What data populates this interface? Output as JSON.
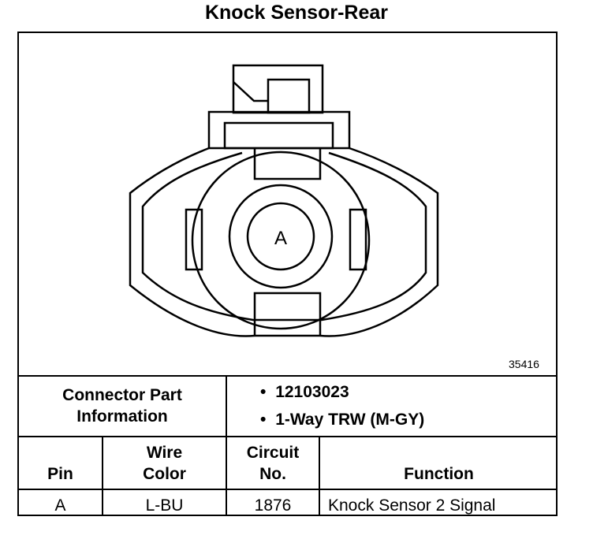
{
  "title": "Knock Sensor-Rear",
  "figure_number": "35416",
  "pin_label": "A",
  "connector_info": {
    "label_line1": "Connector Part",
    "label_line2": "Information",
    "items": [
      "12103023",
      "1-Way TRW (M-GY)"
    ],
    "bullet": "•"
  },
  "table": {
    "headers": {
      "pin": "Pin",
      "wire_line1": "Wire",
      "wire_line2": "Color",
      "circuit_line1": "Circuit",
      "circuit_line2": "No.",
      "function": "Function"
    },
    "rows": [
      {
        "pin": "A",
        "wire_color": "L-BU",
        "circuit": "1876",
        "function": "Knock Sensor 2 Signal"
      }
    ]
  }
}
